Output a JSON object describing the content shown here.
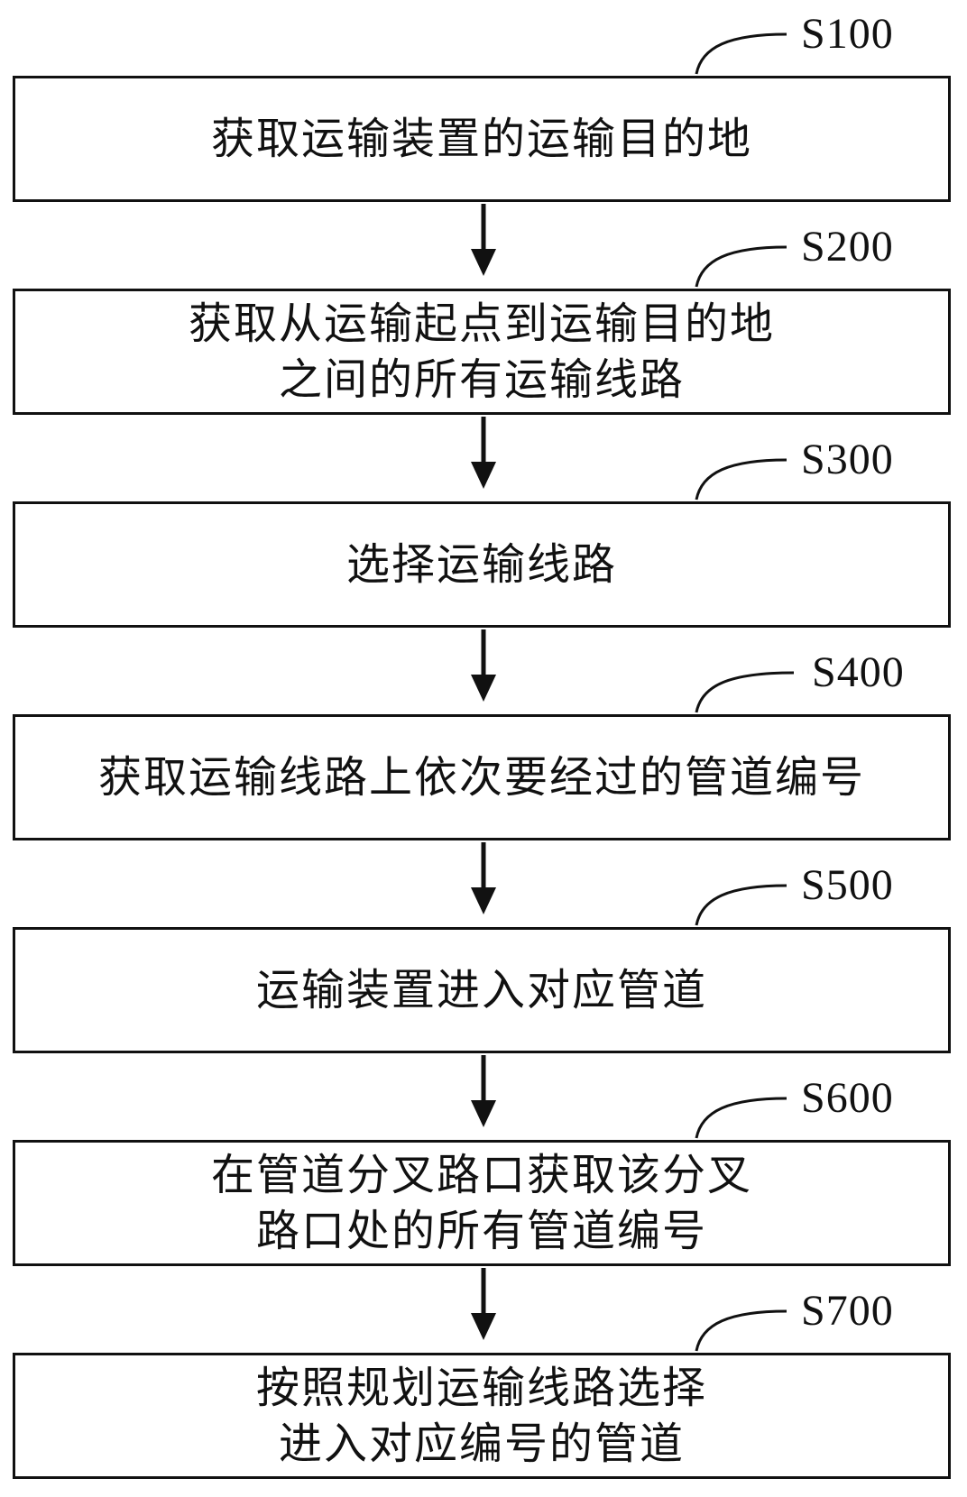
{
  "steps": [
    {
      "id": "S100",
      "lines": [
        "获取运输装置的运输目的地"
      ]
    },
    {
      "id": "S200",
      "lines": [
        "获取从运输起点到运输目的地",
        "之间的所有运输线路"
      ]
    },
    {
      "id": "S300",
      "lines": [
        "选择运输线路"
      ]
    },
    {
      "id": "S400",
      "lines": [
        "获取运输线路上依次要经过的管道编号"
      ]
    },
    {
      "id": "S500",
      "lines": [
        "运输装置进入对应管道"
      ]
    },
    {
      "id": "S600",
      "lines": [
        "在管道分叉路口获取该分叉",
        "路口处的所有管道编号"
      ]
    },
    {
      "id": "S700",
      "lines": [
        "按照规划运输线路选择",
        "进入对应编号的管道"
      ]
    }
  ]
}
